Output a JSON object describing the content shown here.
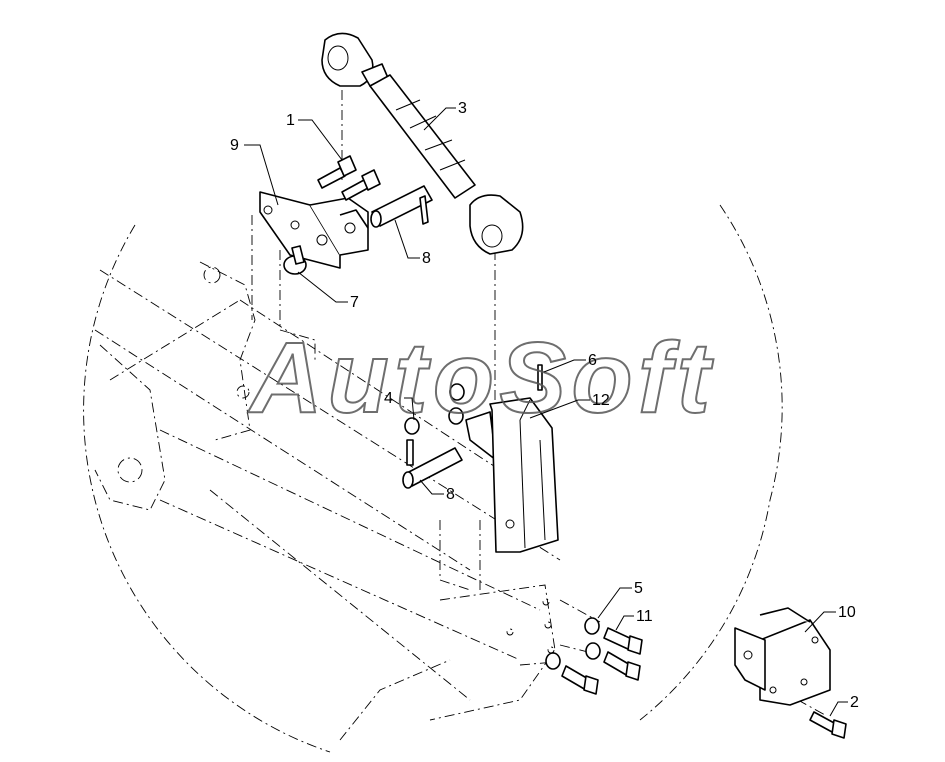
{
  "watermark": "AutoSoft",
  "callouts": [
    {
      "id": "c1",
      "label": "1"
    },
    {
      "id": "c2",
      "label": "2"
    },
    {
      "id": "c3",
      "label": "3"
    },
    {
      "id": "c4",
      "label": "4"
    },
    {
      "id": "c5",
      "label": "5"
    },
    {
      "id": "c6",
      "label": "6"
    },
    {
      "id": "c7",
      "label": "7"
    },
    {
      "id": "c8a",
      "label": "8"
    },
    {
      "id": "c8b",
      "label": "8"
    },
    {
      "id": "c9",
      "label": "9"
    },
    {
      "id": "c10",
      "label": "10"
    },
    {
      "id": "c11",
      "label": "11"
    },
    {
      "id": "c12",
      "label": "12"
    }
  ],
  "colors": {
    "line": "#000000",
    "background": "#ffffff",
    "watermark": "#555555"
  }
}
